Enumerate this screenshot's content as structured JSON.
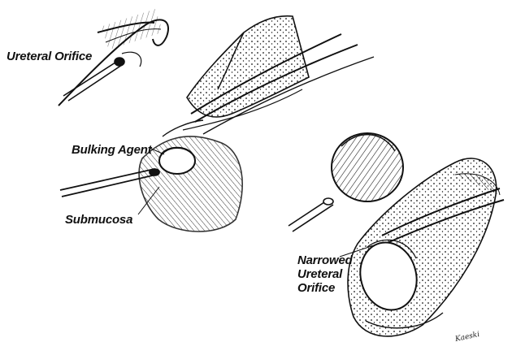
{
  "labels": {
    "ureteral_orifice": "Ureteral Orifice",
    "bulking_agent": "Bulking Agent",
    "submucosa": "Submucosa",
    "narrowed_line1": "Narrowed",
    "narrowed_line2": "Ureteral",
    "narrowed_line3": "Orifice"
  },
  "artist_signature": "Kaeski",
  "colors": {
    "ink": "#111111",
    "paper": "#ffffff"
  }
}
